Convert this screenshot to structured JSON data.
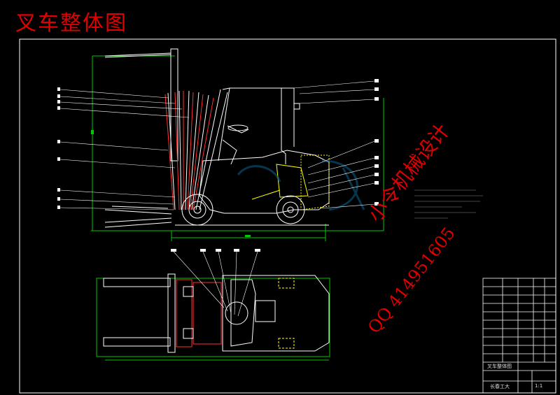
{
  "drawing": {
    "title": "叉车整体图",
    "watermark_name": "小令机械设计",
    "watermark_qq": "QQ 414951605",
    "colors": {
      "background": "#000000",
      "title_red": "#e00000",
      "outline_white": "#ffffff",
      "dimension_green": "#00c800",
      "section_red": "#ff0000",
      "hatch_yellow": "#ffff00",
      "detail_cyan": "#00c8ff"
    }
  },
  "title_block": {
    "drawing_name": "叉车整体图",
    "school_label": "长春工大",
    "scale_label": "1:1"
  }
}
